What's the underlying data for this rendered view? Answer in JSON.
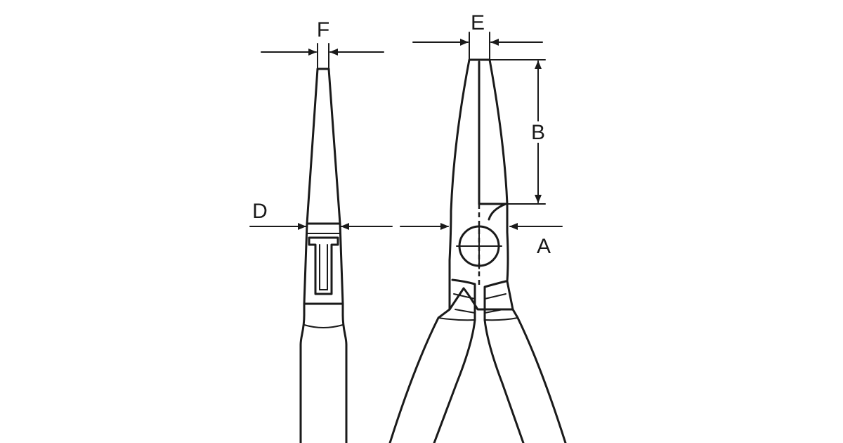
{
  "diagram": {
    "labels": {
      "a": "A",
      "b": "B",
      "d": "D",
      "e": "E",
      "f": "F"
    },
    "colors": {
      "ink": "#1a1a1a",
      "background": "#ffffff"
    }
  }
}
